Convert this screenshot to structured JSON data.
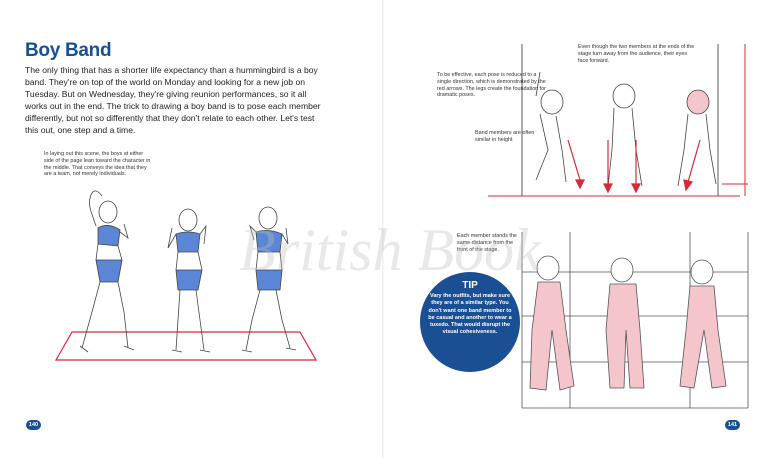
{
  "left_page": {
    "title": "Boy Band",
    "intro": "The only thing that has a shorter life expectancy than a hummingbird is a boy band. They're on top of the world on Monday and looking for a new job on Tuesday. But on Wednesday, they're giving reunion performances, so it all works out in the end. The trick to drawing a boy band is to pose each member differently, but not so differently that they don't relate to each other. Let's test this out, one step and a time.",
    "caption": "In laying out this scene, the boys at either side of the page lean toward the character in the middle. That conveys the idea that they are a team, not merely individuals.",
    "page_number": "140"
  },
  "right_page": {
    "caption_pose": "To be effective, each pose is reduced to a single direction, which is demonstrated by the red arrows. The legs create the foundation for dramatic poses.",
    "caption_height": "Band members are often similar in height",
    "caption_turn": "Even though the two members at the ends of the stage turn away from the audience, their eyes face forward.",
    "caption_distance": "Each member stands the same distance from the front of the stage.",
    "page_number": "141"
  },
  "tip": {
    "title": "TIP",
    "body": "Vary the outfits, but make sure they are of a similar type. You don't want one band member to be casual and another to wear a tuxedo. That would disrupt the visual cohesiveness."
  },
  "watermark": "British Book",
  "colors": {
    "accent_blue": "#1a4f93",
    "guide_red": "#d8283a",
    "fill_blue": "#5b86d6",
    "fill_pink": "#f4c6cc"
  }
}
